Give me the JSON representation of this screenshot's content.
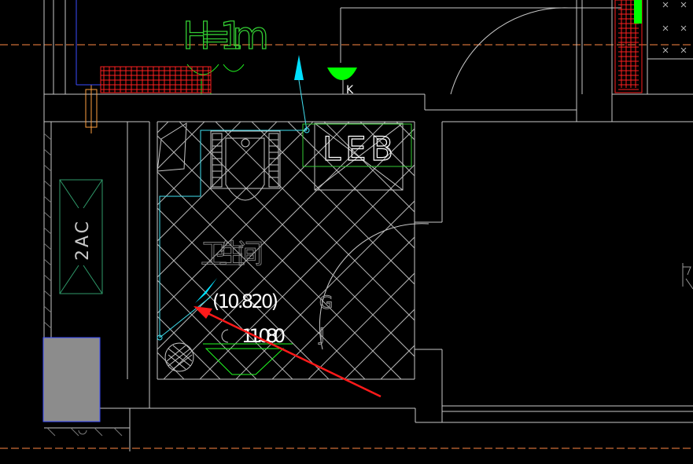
{
  "drawing": {
    "background": "#000000",
    "colors": {
      "wall": "#c8c8c8",
      "grid_line": "#b4b4b4",
      "pipe": "#40e0f0",
      "height_note": "#33cc33",
      "fixture_green": "#22ff22",
      "led_box": "#33cc33",
      "red_grille": "#ff2020",
      "dashed_axis": "#ff8844",
      "leader_arrow": "#ff1a1a",
      "cyan_arrow": "#00e0ff",
      "ac_unit": "#2f9a6a",
      "gray_block": "#8c8c8c",
      "gray_block_border": "#3a4cff",
      "light_green_fill": "#00ff00"
    },
    "labels": {
      "height_note": "H=1m",
      "switch_mark": "K",
      "led_label": "LEB",
      "room_name": "卫生间",
      "ac_label": "2AC",
      "elevation_1": "(10.820)",
      "elevation_2": "11.080",
      "label_g": "G",
      "label_j": "J"
    }
  }
}
